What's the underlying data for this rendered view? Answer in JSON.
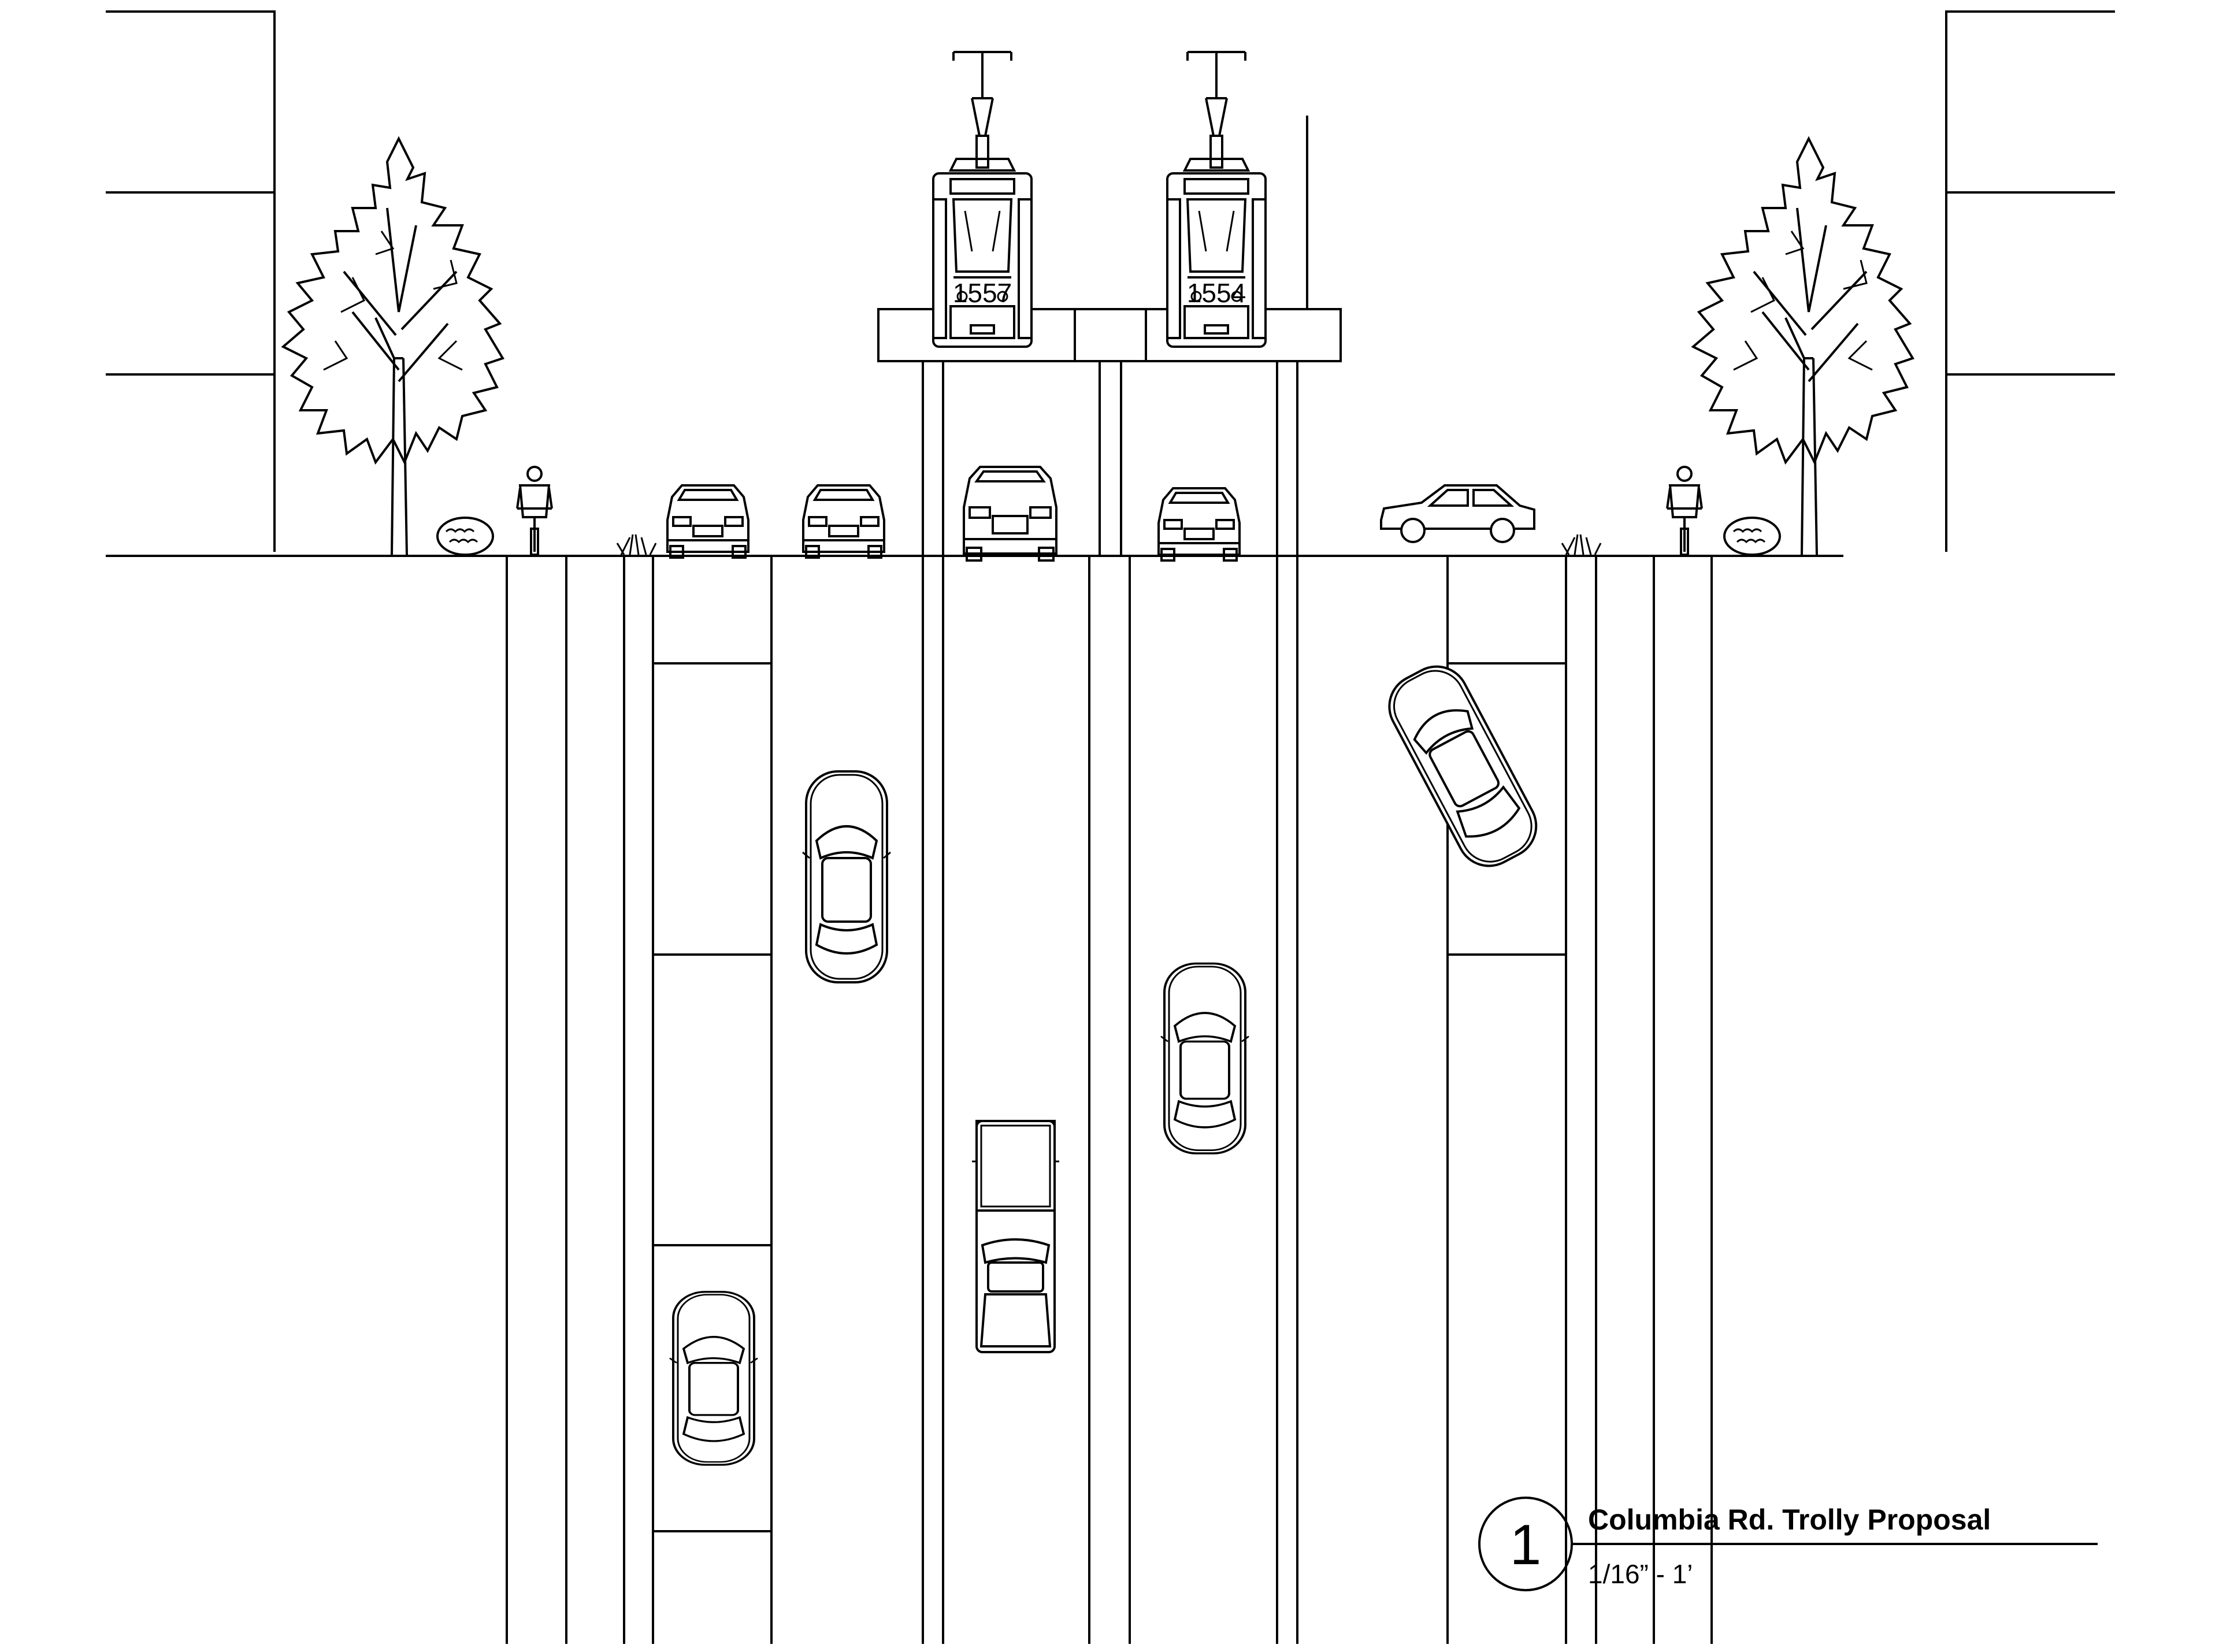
{
  "title_block": {
    "number": "1",
    "title": "Columbia Rd. Trolly Proposal",
    "scale": "1/16” - 1’"
  },
  "trams": [
    {
      "label": "1557"
    },
    {
      "label": "1554"
    }
  ],
  "icons": [
    "tree-icon",
    "bush-icon",
    "cyclist-icon",
    "car-front-icon",
    "car-side-icon",
    "car-top-icon",
    "pickup-top-icon",
    "trolley-icon",
    "grass-tuft-icon"
  ]
}
